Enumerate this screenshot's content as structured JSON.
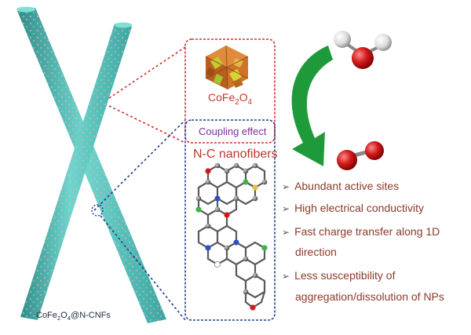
{
  "labels": {
    "cofe_base": "CoFe",
    "cofe_sub1": "2",
    "cofe_o": "O",
    "cofe_sub2": "4",
    "coupling": "Coupling effect",
    "nc_fibers": "N-C nanofibers",
    "composite_a": "CoFe",
    "composite_sub1": "2",
    "composite_b": "O",
    "composite_sub2": "4",
    "composite_c": "@N-CNFs"
  },
  "features": [
    {
      "marker": "➢",
      "text": "Abundant active sites"
    },
    {
      "marker": "➢",
      "text": "High electrical conductivity"
    },
    {
      "marker": "➢",
      "text": "Fast charge transfer along 1D"
    },
    {
      "marker": "",
      "text": "direction"
    },
    {
      "marker": "➢",
      "text": "Less susceptibility of"
    },
    {
      "marker": "",
      "text": "aggregation/dissolution of NPs"
    }
  ],
  "colors": {
    "fiber": "#5ec9c0",
    "fiber_dark": "#2f8f88",
    "red_frame": "#d32f2f",
    "blue_frame": "#1f3f8f",
    "arrow": "#1f9a3a",
    "oxygen": "#d11a1a",
    "hydrogen": "#e8e8e8"
  },
  "icons": [
    "water-molecule-icon",
    "oxygen-molecule-icon",
    "green-curved-arrow-icon"
  ]
}
